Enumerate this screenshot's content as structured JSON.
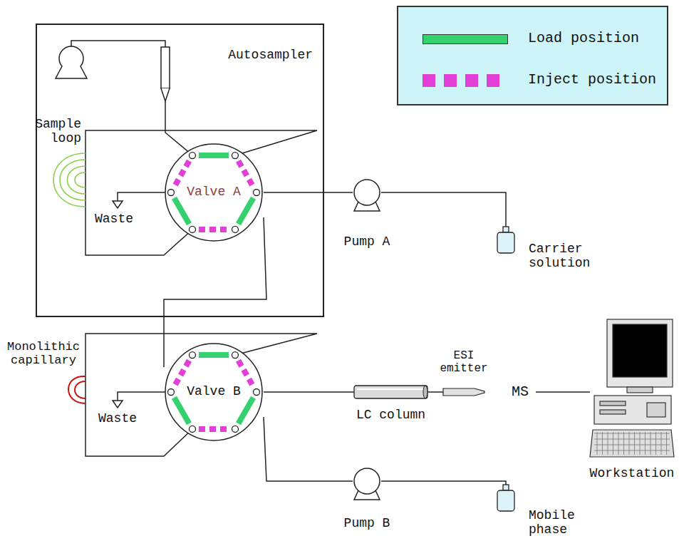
{
  "diagram": {
    "nodes": [
      {
        "text": [
          "Autosampler"
        ]
      },
      {
        "text": [
          "Valve A"
        ],
        "in": 0
      },
      {
        "text": [
          "Pump A"
        ]
      },
      {
        "text": [
          "Carrier solution"
        ]
      },
      {
        "text": [
          "Valve B"
        ]
      },
      {
        "text": [
          "LC column"
        ]
      },
      {
        "text": [
          "ESI emitter"
        ]
      },
      {
        "text": [
          "MS"
        ]
      },
      {
        "text": [
          "Workstation"
        ]
      },
      {
        "text": [
          "Pump B"
        ]
      },
      {
        "text": [
          "Mobile phase"
        ]
      }
    ],
    "edges": [
      {
        "from": 1,
        "to": 2,
        "arrow": "none"
      },
      {
        "from": 2,
        "to": 3,
        "arrow": "none"
      },
      {
        "from": 1,
        "to": 4,
        "arrow": "none"
      },
      {
        "from": 4,
        "to": 5,
        "arrow": "none"
      },
      {
        "from": 5,
        "to": 6,
        "arrow": "none"
      },
      {
        "from": 7,
        "to": 8,
        "arrow": "none"
      },
      {
        "from": 4,
        "to": 9,
        "arrow": "none"
      },
      {
        "from": 9,
        "to": 10,
        "arrow": "none"
      }
    ],
    "labels": [
      "Sample loop",
      "Waste",
      "Waste",
      "Monolithic capillary"
    ],
    "legend": [
      {
        "text": "Load position",
        "color": "#36d16f"
      },
      {
        "text": "Inject position",
        "color": "#e23fd6"
      }
    ]
  }
}
